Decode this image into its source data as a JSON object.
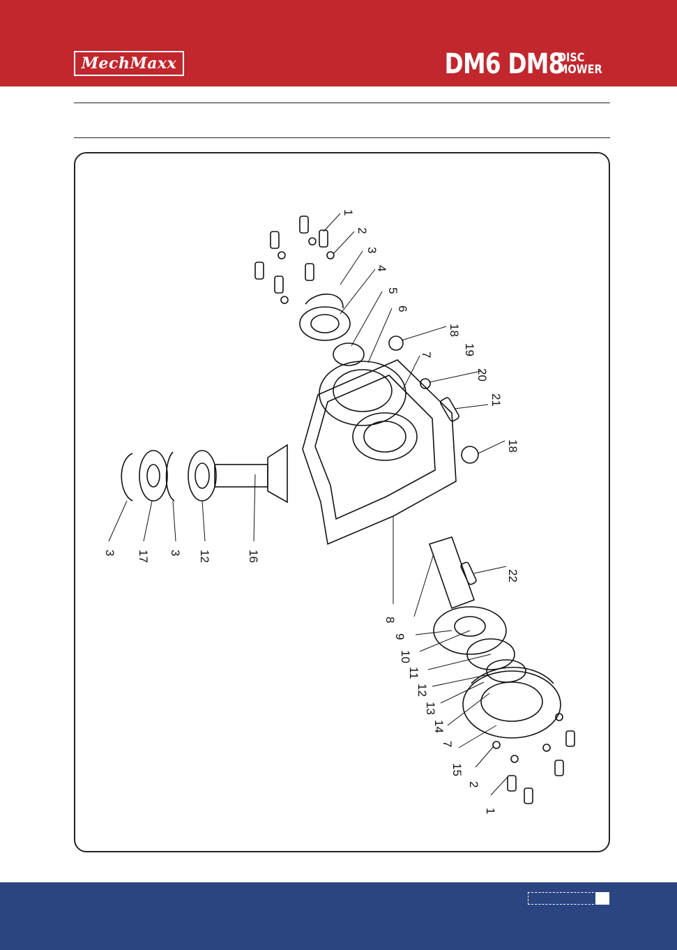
{
  "header": {
    "brand": "MechMaxx",
    "models": "DM6 DM8",
    "product_line1": "DISC",
    "product_line2": "MOWER"
  },
  "diagram": {
    "labels": [
      "1",
      "2",
      "3",
      "4",
      "5",
      "6",
      "7",
      "8",
      "9",
      "10",
      "11",
      "12",
      "13",
      "14",
      "15",
      "16",
      "17",
      "18",
      "19",
      "20",
      "21",
      "22"
    ]
  },
  "colors": {
    "header_bg": "#c1272d",
    "footer_bg": "#2b4482"
  },
  "footer": {
    "page_number": ""
  }
}
